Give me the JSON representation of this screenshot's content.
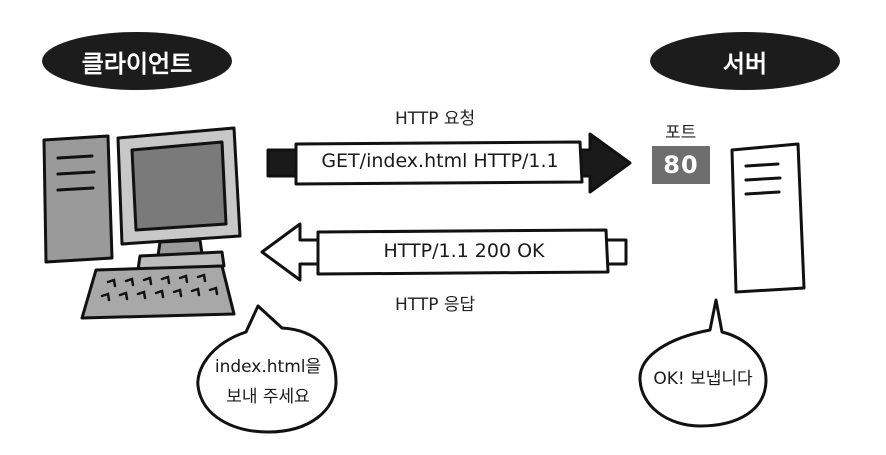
{
  "client": {
    "label": "클라이언트"
  },
  "server": {
    "label": "서버"
  },
  "request": {
    "caption": "HTTP 요청",
    "message": "GET/index.html HTTP/1.1"
  },
  "response": {
    "caption": "HTTP 응답",
    "message": "HTTP/1.1 200 OK"
  },
  "port": {
    "label": "포트",
    "value": "80"
  },
  "client_bubble": {
    "line1": "index.html을",
    "line2": "보내 주세요"
  },
  "server_bubble": {
    "text": "OK! 보냅니다"
  }
}
